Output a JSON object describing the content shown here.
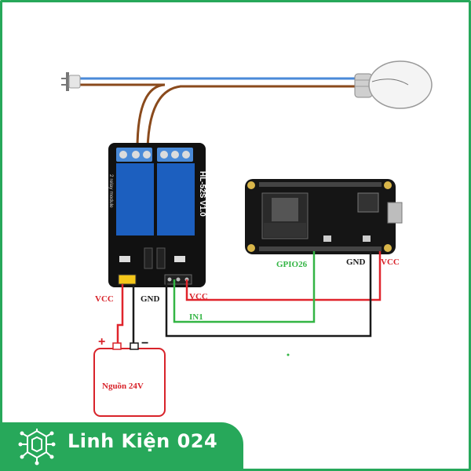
{
  "labels": {
    "vcc_relay_left": "VCC",
    "gnd_relay": "GND",
    "vcc_relay_right": "VCC",
    "in1": "IN1",
    "gpio26": "GPIO26",
    "gnd_esp": "GND",
    "vcc_esp": "VCC",
    "power_supply": "Nguồn 24V",
    "plus": "+",
    "minus": "−"
  },
  "relay": {
    "model": "HL-52S V1.0",
    "subtitle": "2 relay module"
  },
  "brand": {
    "name": "Linh Kiện 024"
  },
  "colors": {
    "vcc_wire": "#e0242c",
    "gnd_wire": "#1a1a1a",
    "signal_wire": "#33b544",
    "mains_brown": "#8a4a1c",
    "mains_blue": "#4a8ad8",
    "brand_green": "#27a85a",
    "power_box": "#d8232a"
  }
}
